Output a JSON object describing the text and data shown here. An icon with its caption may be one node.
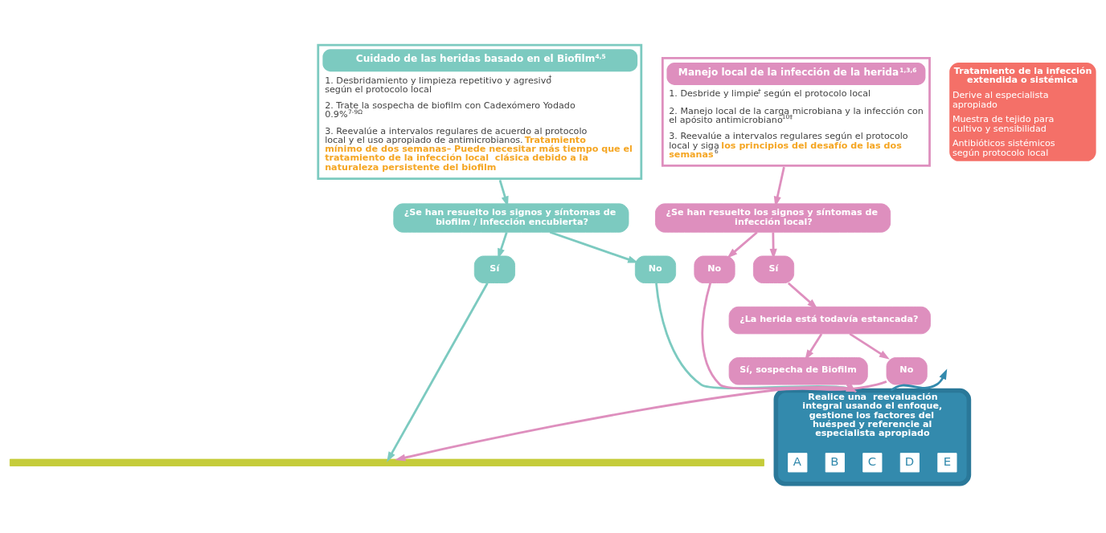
{
  "diagram": {
    "nodes": [
      {
        "text": [
          "Cuidado de las heridas basado en el Biofilm$^{4,5}$",
          "1. Desbridamiento y limpieza repetitivo y agresivo$^{†}$ según el protocolo local",
          "2. Trate la sospecha de biofilm con Cadexómero Yodado 0.9%$^{7-9Ω}$",
          "3. Reevalúe a intervalos regulares de acuerdo al protocolo local y el uso apropiado de antimicrobianos. **Tratamiento mínimo de dos semanas– Puede necesitar más tiempo que el tratamiento de la infección local  clásica debido a la naturaleza persistente del biofilm**"
        ]
      },
      {
        "text": [
          "Manejo local de la infección de la herida$^{1,3,6}$",
          "1. Desbride y limpie$^{†}$ según el protocolo local",
          "2. Manejo local de la carga microbiana y la infección con el apósito antimicrobiano$^{10‡}$",
          "3. Reevalúe a intervalos regulares según el protocolo local y siga **los principios del desafío de las dos semanas**$^{6}$"
        ]
      },
      {
        "text": [
          "Tratamiento de la infección extendida o sistémica",
          "Derive al especialista apropiado",
          "Muestra de tejido para cultivo y sensibilidad",
          "Antibióticos sistémicos según protocolo local"
        ]
      },
      {
        "text": [
          "¿Se han resuelto los signos y síntomas de biofilm / infección encubierta?"
        ]
      },
      {
        "text": [
          "Sí"
        ]
      },
      {
        "text": [
          "No"
        ]
      },
      {
        "text": [
          "Realice una  reevaluación integral usando el enfoque,",
          "gestione los factores del huésped y referencie al especialista apropiado"
        ]
      },
      {
        "text": [
          "A"
        ],
        "in": 6
      },
      {
        "text": [
          "B"
        ],
        "in": 6
      },
      {
        "text": [
          "C"
        ],
        "in": 6
      },
      {
        "text": [
          "D"
        ],
        "in": 6
      },
      {
        "text": [
          "E"
        ],
        "in": 6
      },
      {
        "text": [
          "¿Se han resuelto los signos y síntomas de infección local?"
        ]
      },
      {
        "text": [
          "No"
        ]
      },
      {
        "text": [
          "Sí"
        ]
      },
      {
        "text": [
          "¿La herida está todavía estancada?"
        ]
      },
      {
        "text": [
          "Sí, sospecha de Biofilm"
        ]
      },
      {
        "text": [
          "No"
        ]
      },
      {
        "text": [],
        "shape": "bar"
      }
    ],
    "edges": [
      {
        "from": 0,
        "to": 3,
        "arrow": "to",
        "color": "#7ccac0"
      },
      {
        "from": 1,
        "to": 12,
        "arrow": "to"
      },
      {
        "from": 3,
        "to": 4,
        "arrow": "to",
        "color": "#7ccac0"
      },
      {
        "from": 3,
        "to": 5,
        "arrow": "to",
        "color": "#7ccac0"
      },
      {
        "from": 5,
        "to": 6,
        "arrow": "to",
        "color": "#7ccac0"
      },
      {
        "from": 4,
        "to": 18,
        "arrow": "to",
        "color": "#7ccac0"
      },
      {
        "from": 6,
        "to": null,
        "arrow": "to",
        "color": "#338aad"
      },
      {
        "from": 12,
        "to": 13,
        "arrow": "to"
      },
      {
        "from": 12,
        "to": 14,
        "arrow": "to"
      },
      {
        "from": 13,
        "to": 6,
        "arrow": "to"
      },
      {
        "from": 14,
        "to": 15,
        "arrow": "to"
      },
      {
        "from": 15,
        "to": 16,
        "arrow": "to"
      },
      {
        "from": 15,
        "to": 17,
        "arrow": "to"
      },
      {
        "from": 16,
        "to": 6,
        "arrow": "to"
      },
      {
        "from": 17,
        "to": 18,
        "arrow": "to"
      }
    ]
  }
}
